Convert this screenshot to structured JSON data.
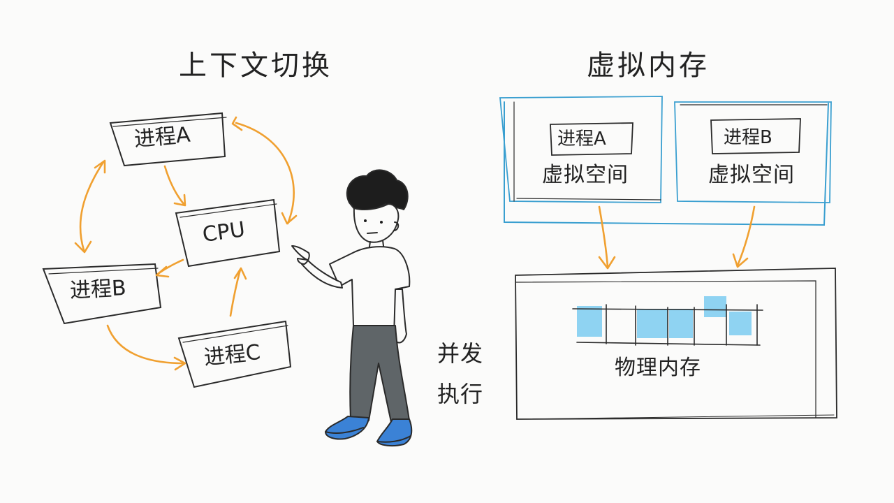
{
  "left": {
    "title": "上下文切换",
    "cpu": "CPU",
    "process_a": "进程A",
    "process_b": "进程B",
    "process_c": "进程C"
  },
  "right": {
    "title": "虚拟内存",
    "space_a": {
      "process": "进程A",
      "label": "虚拟空间"
    },
    "space_b": {
      "process": "进程B",
      "label": "虚拟空间"
    },
    "physical": "物理内存"
  },
  "middle": {
    "concurrency_line1": "并发",
    "concurrency_line2": "执行"
  },
  "colors": {
    "ink": "#2a2a2a",
    "arrow_orange": "#f0a030",
    "frame_blue": "#3a9fd0",
    "memory_block": "#8fd3f2",
    "shoe_blue": "#3b82d6",
    "pants_gray": "#5f6568"
  }
}
